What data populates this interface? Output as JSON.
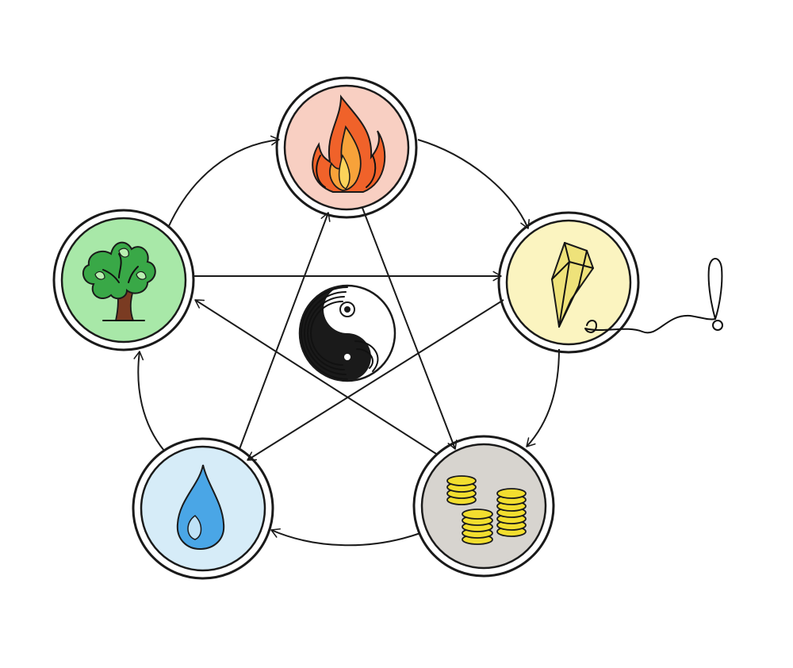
{
  "diagram": {
    "elements": [
      {
        "id": "fire",
        "icon": "flame-icon",
        "fill": "#f8cfc2"
      },
      {
        "id": "metal",
        "icon": "crystal-icon",
        "fill": "#fbf4c0"
      },
      {
        "id": "coins",
        "icon": "coins-icon",
        "fill": "#d7d4cf"
      },
      {
        "id": "water",
        "icon": "droplet-icon",
        "fill": "#d6ecf8"
      },
      {
        "id": "wood",
        "icon": "tree-icon",
        "fill": "#a8e8a8"
      }
    ],
    "center_icon": "yin-yang-icon",
    "colors": {
      "ink": "#1a1a1a",
      "flame_outer": "#f0622a",
      "flame_inner": "#f7a23a",
      "leaf": "#39a847",
      "trunk": "#7a3b22",
      "water": "#4aa6e6",
      "crystal": "#eee27a",
      "coin": "#f2de2f"
    }
  }
}
